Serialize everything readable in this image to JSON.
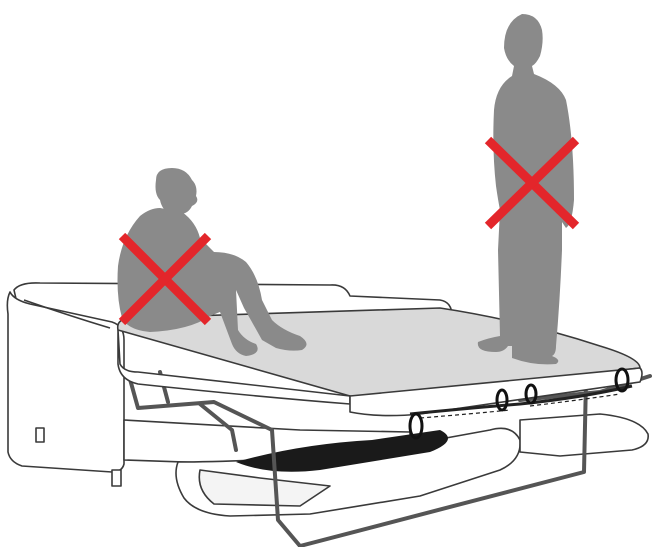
{
  "illustration": {
    "subject": "sofa-bed-unfolded",
    "colors": {
      "outline": "#3a3a3a",
      "silhouette": "#8a8a8a",
      "mattress_top": "#d9d9d9",
      "mattress_side": "#ffffff",
      "frame": "#555555",
      "under_shadow": "#1a1a1a",
      "prohibited_mark": "#e3262b",
      "background": "#ffffff"
    },
    "figures": [
      {
        "pose": "sitting",
        "prohibited": true
      },
      {
        "pose": "standing",
        "prohibited": true
      }
    ],
    "icons": [
      "prohibited-x-icon",
      "prohibited-x-icon"
    ]
  }
}
